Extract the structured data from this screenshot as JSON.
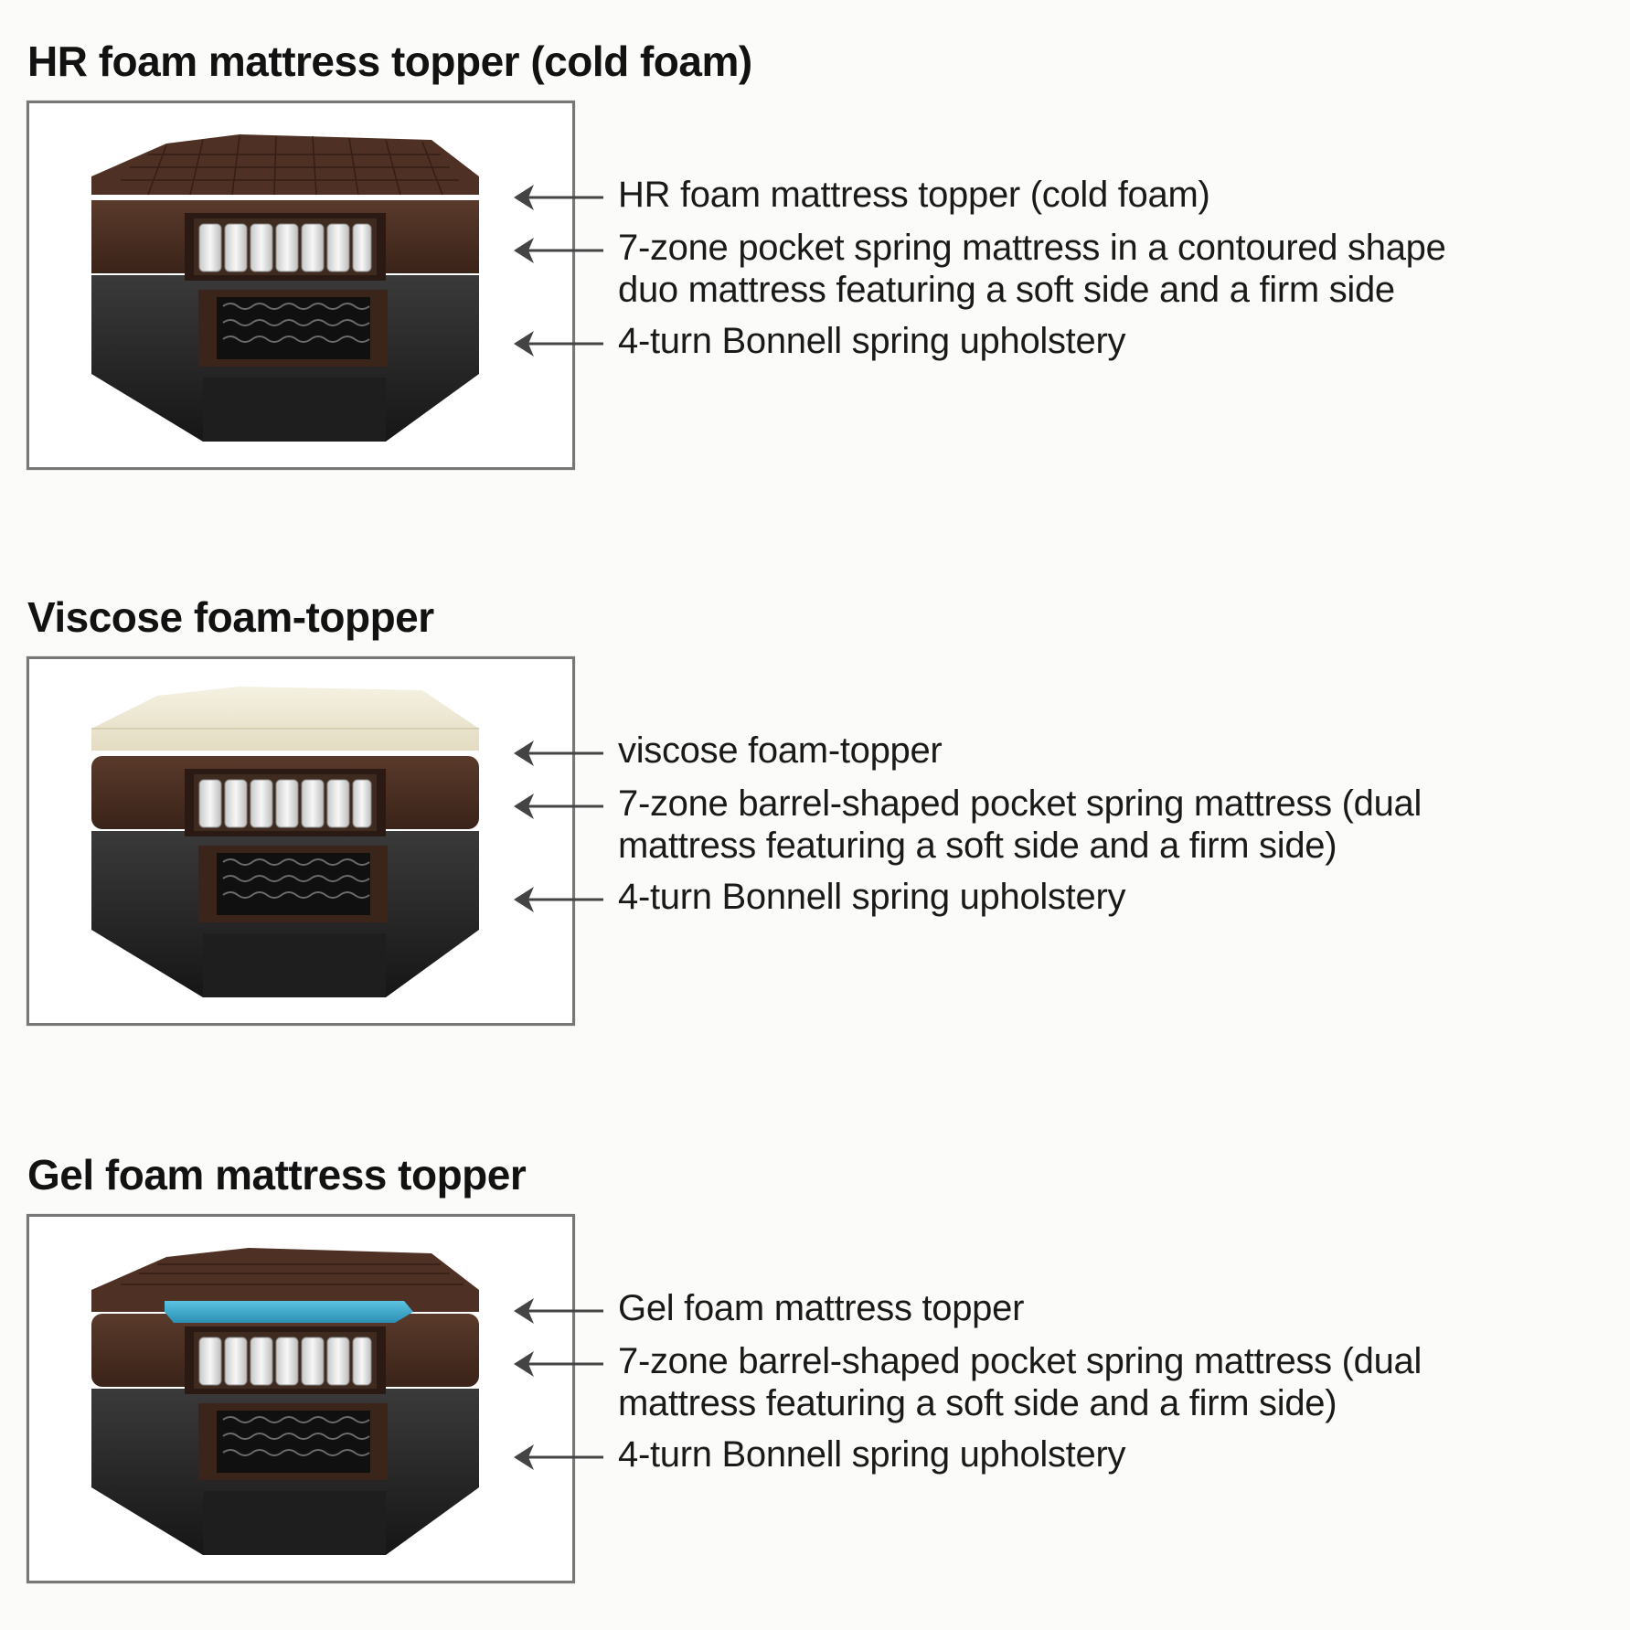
{
  "sections": [
    {
      "title": "HR foam mattress topper (cold foam)",
      "topper": "hr",
      "labels": [
        "HR foam mattress topper (cold foam)",
        "7-zone pocket spring mattress in a contoured shape\nduo mattress featuring a soft side and a firm side",
        "4-turn Bonnell spring upholstery"
      ]
    },
    {
      "title": "Viscose foam-topper",
      "topper": "viscose",
      "labels": [
        "viscose foam-topper",
        "7-zone barrel-shaped pocket spring mattress (dual\nmattress featuring a soft side and a firm side)",
        "4-turn Bonnell spring upholstery"
      ]
    },
    {
      "title": "Gel foam mattress topper",
      "topper": "gel",
      "labels": [
        "Gel foam mattress topper",
        "7-zone barrel-shaped pocket spring mattress (dual\nmattress featuring a soft side and a firm side)",
        "4-turn Bonnell spring upholstery"
      ]
    }
  ],
  "colors": {
    "mattress_brown": "#4a2e22",
    "base_dark": "#262626",
    "viscose_cream": "#efead6",
    "gel_blue": "#3aa9cf"
  }
}
